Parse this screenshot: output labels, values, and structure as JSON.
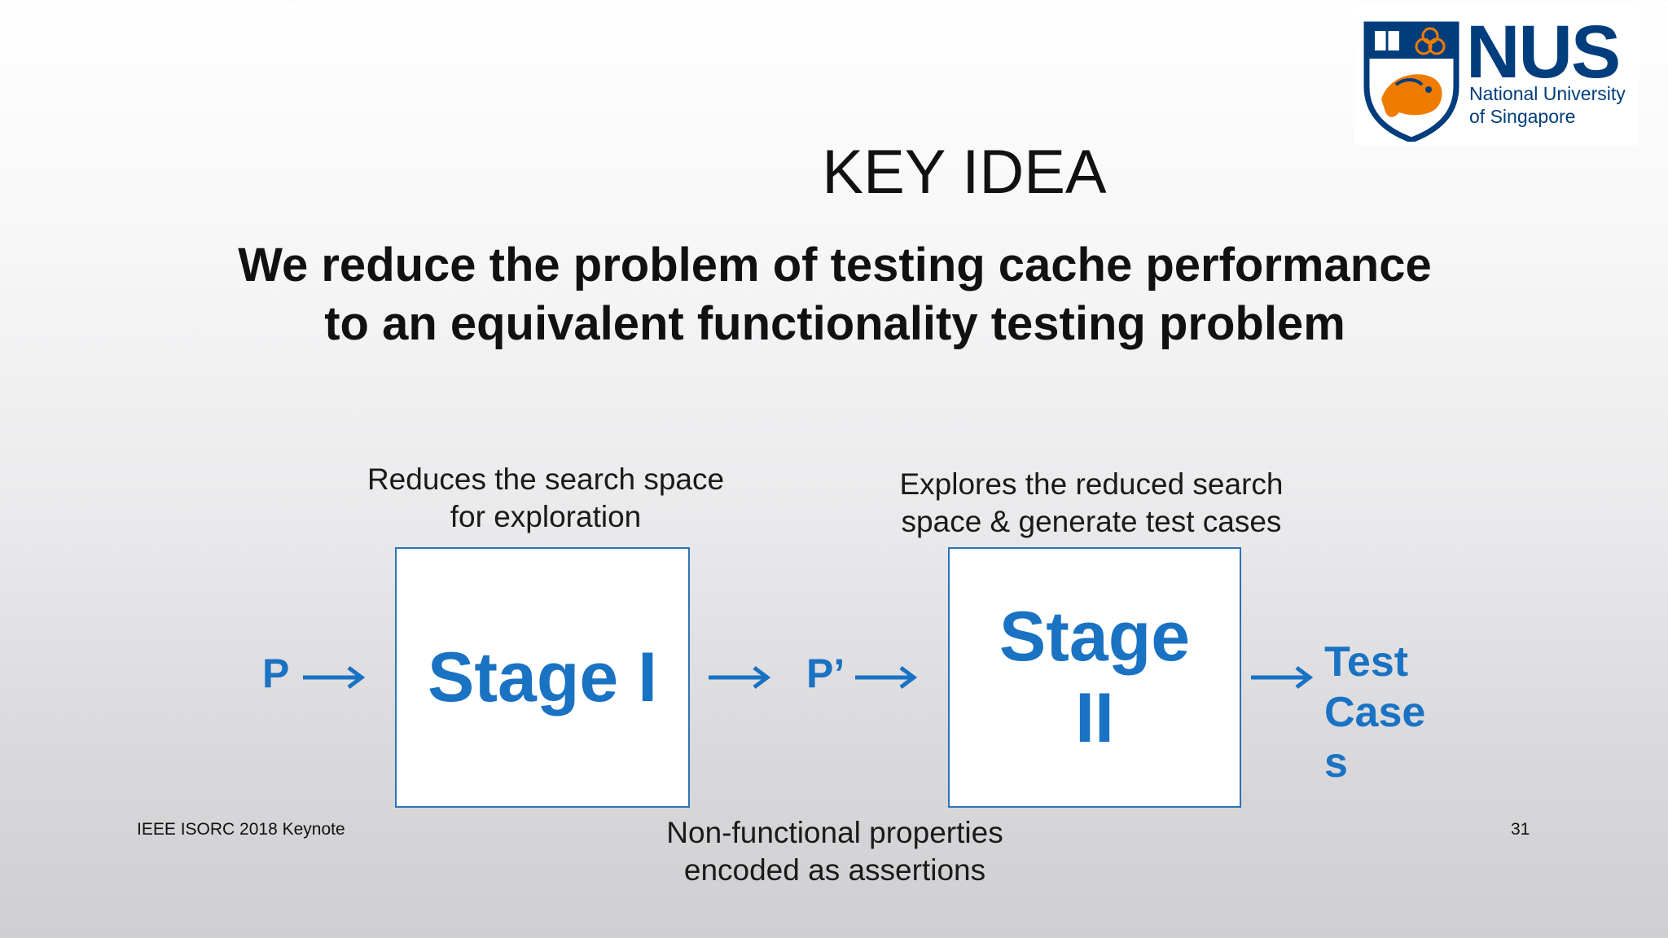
{
  "logo": {
    "wordmark": "NUS",
    "subtitle_line1": "National University",
    "subtitle_line2": "of Singapore",
    "brand_color": "#003d7c",
    "accent_color": "#ef7c00"
  },
  "slide": {
    "title": "KEY IDEA",
    "headline": "We reduce the problem of testing cache performance to an equivalent functionality testing problem"
  },
  "diagram": {
    "input_label": "P",
    "stage1_label": "Stage I",
    "stage1_caption": "Reduces the search space for exploration",
    "intermediate_label": "P’",
    "stage2_label": "Stage II",
    "stage2_caption": "Explores the reduced search space & generate test cases",
    "output_label": "Test Case s",
    "bottom_caption": "Non-functional properties encoded as assertions",
    "flow_color": "#1a72c3"
  },
  "footer": {
    "event": "IEEE ISORC 2018 Keynote",
    "page_number": "31"
  }
}
